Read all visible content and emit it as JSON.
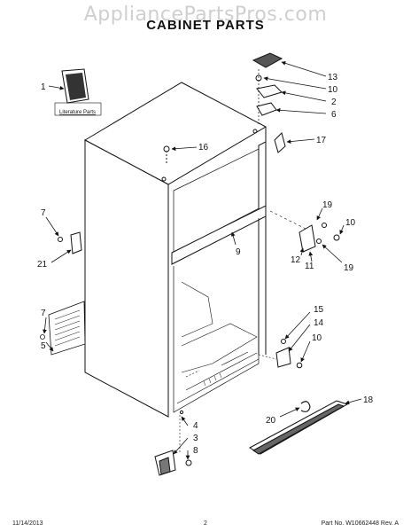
{
  "watermark": "AppliancePartsPros.com",
  "title": "CABINET PARTS",
  "literature_label": "Literature Parts",
  "callouts": {
    "c1": "1",
    "c2": "2",
    "c3": "3",
    "c4": "4",
    "c5": "5",
    "c6": "6",
    "c7a": "7",
    "c7b": "7",
    "c8": "8",
    "c9": "9",
    "c10a": "10",
    "c10b": "10",
    "c10c": "10",
    "c11": "11",
    "c12": "12",
    "c13": "13",
    "c14": "14",
    "c15": "15",
    "c16": "16",
    "c17": "17",
    "c18": "18",
    "c19a": "19",
    "c19b": "19",
    "c20": "20",
    "c21": "21"
  },
  "footer": {
    "date": "11/14/2013",
    "page": "2",
    "part_no": "Part No. W10662448  Rev. A"
  }
}
